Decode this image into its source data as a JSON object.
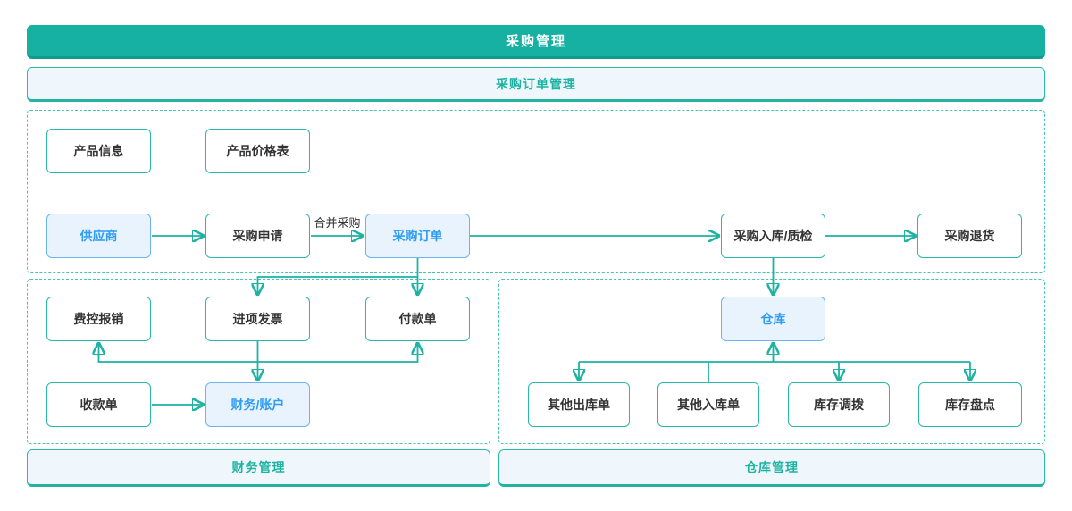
{
  "header": {
    "title": "采购管理"
  },
  "sections": {
    "purchase_order_mgmt": "采购订单管理",
    "finance_mgmt": "财务管理",
    "warehouse_mgmt": "仓库管理"
  },
  "nodes": {
    "product_info": "产品信息",
    "product_price_list": "产品价格表",
    "supplier": "供应商",
    "purchase_request": "采购申请",
    "purchase_order": "采购订单",
    "purchase_inbound_qc": "采购入库/质检",
    "purchase_return": "采购退货",
    "expense_reimbursement": "费控报销",
    "input_invoice": "进项发票",
    "payment_slip": "付款单",
    "receipt_slip": "收款单",
    "finance_account": "财务/账户",
    "warehouse": "仓库",
    "other_outbound": "其他出库单",
    "other_inbound": "其他入库单",
    "inventory_transfer": "库存调拨",
    "inventory_count": "库存盘点"
  },
  "edge_labels": {
    "merge_purchase": "合并采购"
  },
  "colors": {
    "banner_teal": "#16b1a3",
    "teal_border": "#2ab9a9",
    "teal_text": "#1db3a2",
    "connector_line": "#1db3a2",
    "panel_bg": "#eff7fc",
    "blue_node_bg": "#e8f3fd",
    "blue_node_border": "#6cb3f1",
    "blue_node_text": "#2e9cf3",
    "dark_text": "#333333"
  }
}
